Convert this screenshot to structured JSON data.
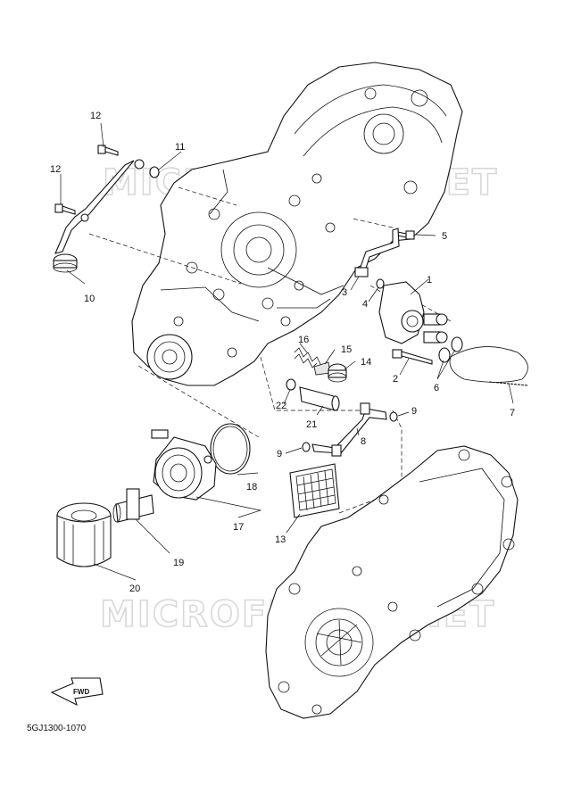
{
  "diagram": {
    "code": "5GJ1300-1070",
    "fwd_label": "FWD",
    "watermark": "MICROFICHES.NET",
    "callouts": {
      "c1": "1",
      "c2": "2",
      "c3": "3",
      "c4": "4",
      "c5": "5",
      "c6": "6",
      "c7": "7",
      "c8": "8",
      "c9a": "9",
      "c9b": "9",
      "c10": "10",
      "c11": "11",
      "c12a": "12",
      "c12b": "12",
      "c13": "13",
      "c14": "14",
      "c15": "15",
      "c16": "16",
      "c17": "17",
      "c18": "18",
      "c19": "19",
      "c20": "20",
      "c21": "21",
      "c22": "22"
    }
  }
}
